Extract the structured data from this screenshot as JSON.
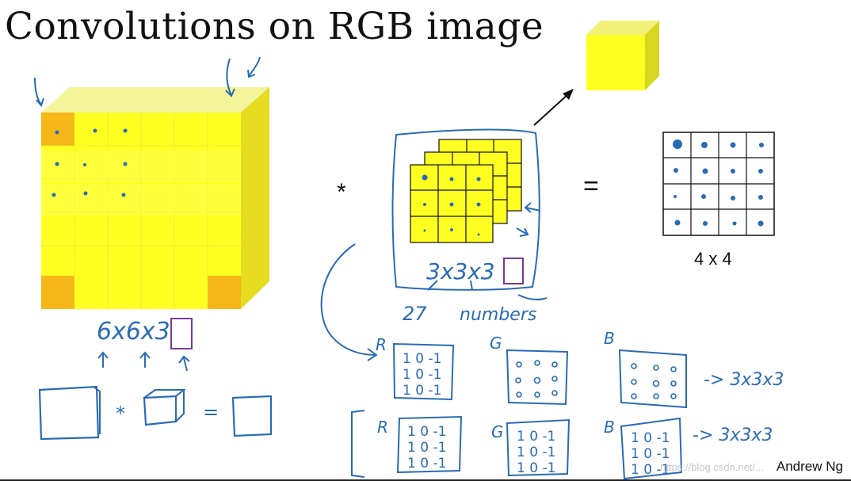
{
  "slide": {
    "title": "Convolutions on RGB image",
    "credit": "Andrew Ng",
    "watermark": "https://blog.csdn.net/..."
  },
  "notes": {
    "asterisk": "*",
    "equals": "=",
    "input_dims": "6x6x3",
    "filter_dims": "3x3x3",
    "output_dims": "4 x 4",
    "count_number": "27",
    "count_word": "numbers",
    "channel_r": "R",
    "channel_g": "G",
    "channel_b": "B",
    "filter_row1": "1 0 -1",
    "filter_row2": "1 0 -1",
    "filter_row3": "1 0 -1",
    "row_result": "-> 3x3x3",
    "row_result2": "-> 3x3x3",
    "small_asterisk": "*",
    "small_equals": "="
  },
  "colors": {
    "yellow": "#ffff22",
    "yellow_light": "#f6f66a",
    "orange": "#f5b818",
    "ink": "#2a6bb5",
    "purple": "#7a3a9c",
    "black": "#111111"
  }
}
